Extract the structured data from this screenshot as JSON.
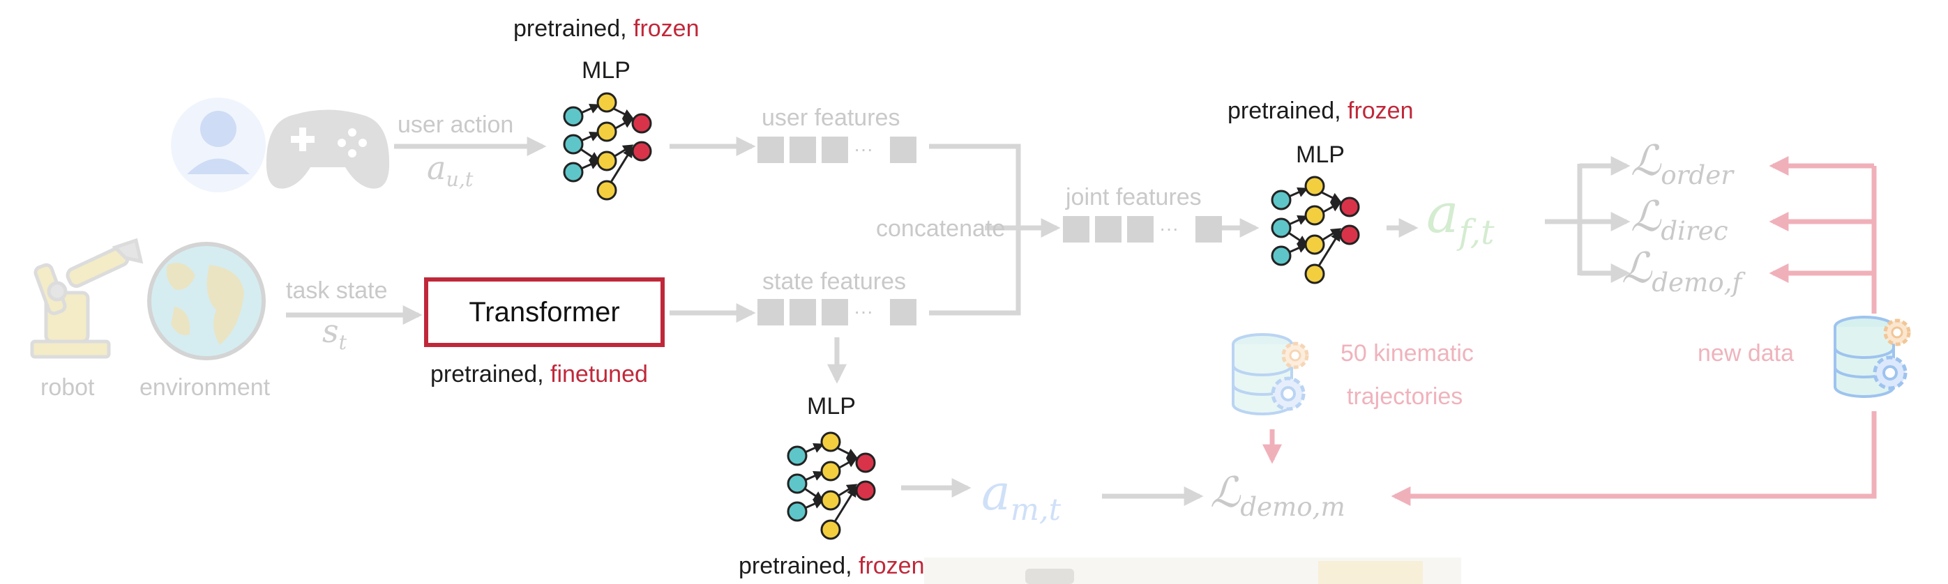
{
  "inputs": {
    "user_action": "user action",
    "task_state": "task state",
    "robot": "robot",
    "environment": "environment"
  },
  "math": {
    "a_u_t": "a",
    "a_u_t_sub": "u,t",
    "s_t": "s",
    "s_t_sub": "t",
    "a_m_t": "a",
    "a_m_t_sub": "m,t",
    "a_f_t": "a",
    "a_f_t_sub": "f,t",
    "L": "ℒ",
    "L_order_sub": "order",
    "L_direc_sub": "direc",
    "L_demo_f_sub": "demo,f",
    "L_demo_m_sub": "demo,m"
  },
  "models": {
    "mlp_top_status": "pretrained,",
    "mlp_top_status_red": "frozen",
    "mlp_top_title": "MLP",
    "mlp_right_status": "pretrained,",
    "mlp_right_status_red": "frozen",
    "mlp_right_title": "MLP",
    "transformer": "Transformer",
    "transformer_status": "pretrained,",
    "transformer_status_red": "finetuned",
    "mlp_bottom_title": "MLP",
    "mlp_bottom_status": "pretrained,",
    "mlp_bottom_status_red": "frozen"
  },
  "features": {
    "user_features": "user features",
    "state_features": "state features",
    "joint_features": "joint features",
    "concatenate": "concatenate",
    "ellipsis": "···"
  },
  "data": {
    "kinematic_line1": "50 kinematic",
    "kinematic_line2": "trajectories",
    "new_data": "new data"
  },
  "colors": {
    "accent_red": "#c0283a",
    "faded_gray": "#d3d3d3",
    "faded_pink": "#efb3bc",
    "node_cyan": "#5ec6c9",
    "node_yellow": "#f3cf3f",
    "node_red": "#d9334a"
  }
}
